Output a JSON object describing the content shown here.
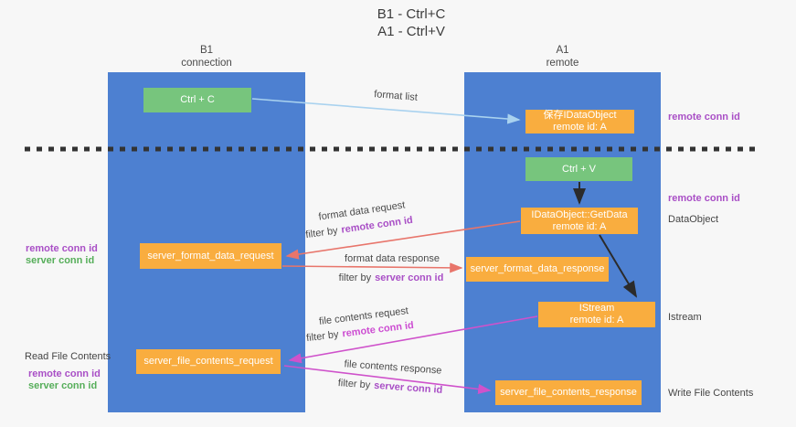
{
  "title": {
    "line1": "B1 - Ctrl+C",
    "line2": "A1 - Ctrl+V"
  },
  "lanes": {
    "left": {
      "name": "B1",
      "role": "connection"
    },
    "right": {
      "name": "A1",
      "role": "remote"
    }
  },
  "nodes": {
    "ctrl_c": {
      "label": "Ctrl + C"
    },
    "ctrl_v": {
      "label": "Ctrl + V"
    },
    "save_idataobject": {
      "line1": "保存IDataObject",
      "line2": "remote id: A"
    },
    "getdata": {
      "line1": "IDataObject::GetData",
      "line2": "remote id: A"
    },
    "istream": {
      "line1": "IStream",
      "line2": "remote id: A"
    },
    "server_format_data_request": {
      "label": "server_format_data_request"
    },
    "server_format_data_response": {
      "label": "server_format_data_response"
    },
    "server_file_contents_request": {
      "label": "server_file_contents_request"
    },
    "server_file_contents_response": {
      "label": "server_file_contents_response"
    }
  },
  "arrows": {
    "format_list": {
      "label": "format list"
    },
    "format_data_request": {
      "label": "format data request",
      "filter_prefix": "filter by",
      "filter_value": "remote conn id"
    },
    "format_data_response": {
      "label": "format data response",
      "filter_prefix": "filter by",
      "filter_value": "server conn id"
    },
    "file_contents_request": {
      "label": "file contents request",
      "filter_prefix": "filter by",
      "filter_value": "remote conn id"
    },
    "file_contents_response": {
      "label": "file contents response",
      "filter_prefix": "filter by",
      "filter_value": "server conn id"
    }
  },
  "side_labels": {
    "left": {
      "remote_conn_id_1": "remote conn id",
      "server_conn_id_1": "server conn id",
      "read_file_contents": "Read File Contents",
      "remote_conn_id_2": "remote conn id",
      "server_conn_id_2": "server conn id"
    },
    "right": {
      "remote_conn_id_1": "remote conn id",
      "remote_conn_id_2": "remote conn id",
      "dataobject": "DataObject",
      "istream": "Istream",
      "write_file_contents": "Write File Contents"
    }
  },
  "colors": {
    "lane_blue": "#4d80d1",
    "node_orange": "#f9ad3f",
    "node_green": "#77c57d",
    "label_purple": "#a94fc6",
    "label_green": "#56ae5a",
    "label_magenta": "#cd4ed2",
    "arrow_red": "#e8756b",
    "arrow_magenta": "#cf52cb",
    "arrow_blue": "#a9d2ef",
    "arrow_black": "#2b2b2b"
  }
}
